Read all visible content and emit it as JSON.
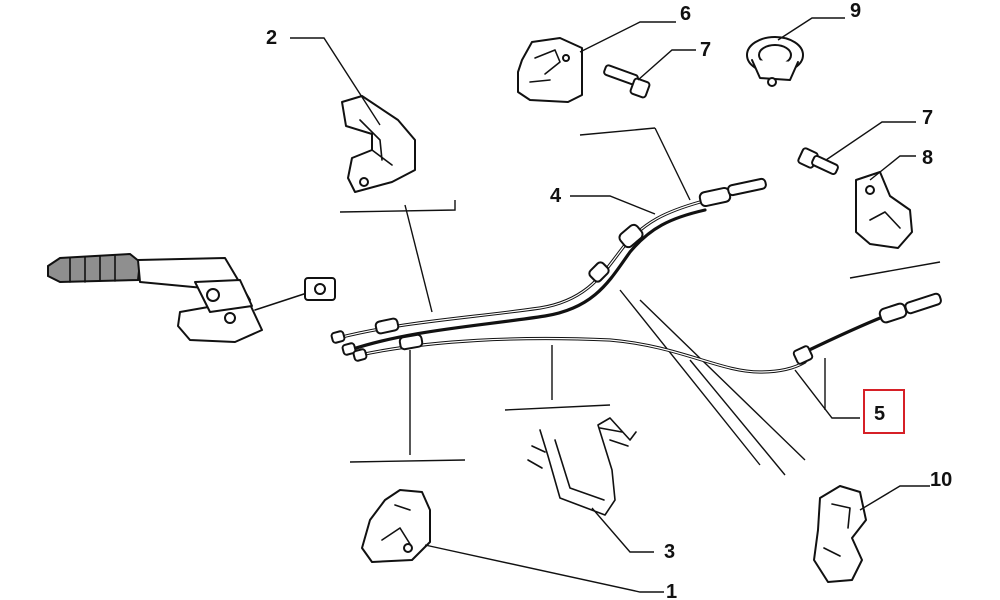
{
  "highlight_color": "#d62027",
  "line_color": "#111111",
  "callouts": {
    "c1": "1",
    "c2": "2",
    "c3": "3",
    "c4": "4",
    "c5": "5",
    "c6": "6",
    "c7a": "7",
    "c7b": "7",
    "c8": "8",
    "c9": "9",
    "c10": "10"
  },
  "highlighted_callout": "5"
}
